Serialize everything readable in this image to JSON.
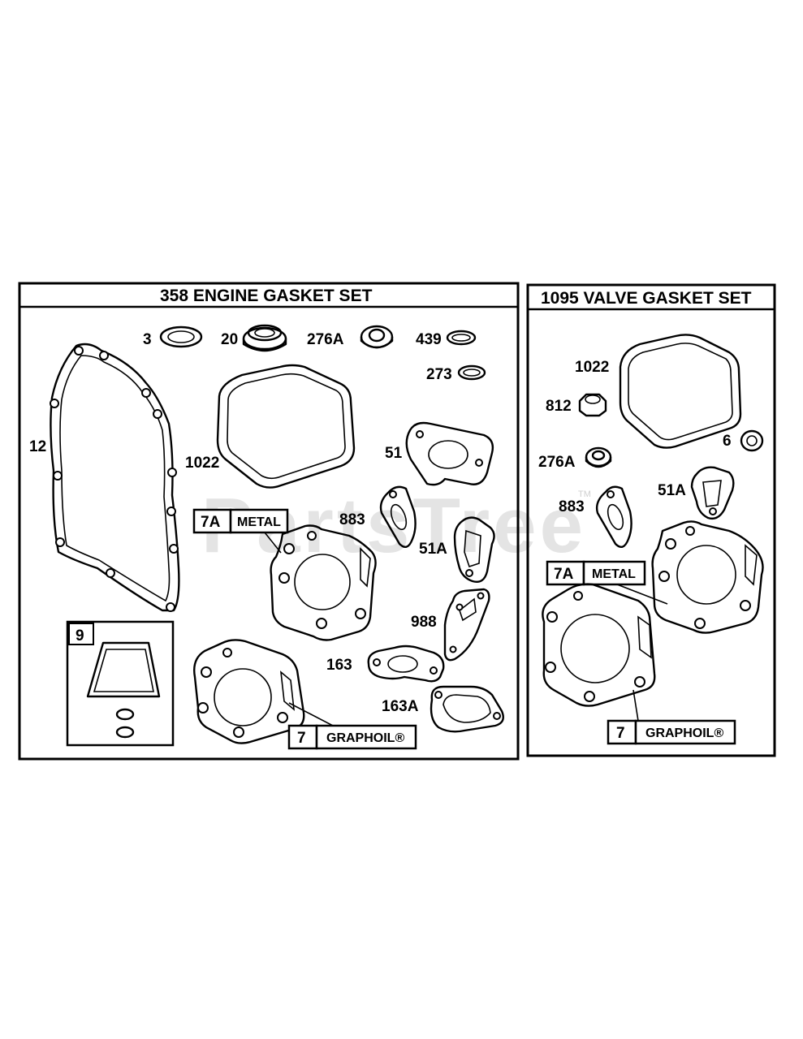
{
  "watermark": {
    "text": "PartsTree",
    "trademark": "TM"
  },
  "panels": [
    {
      "title": "358  ENGINE GASKET SET",
      "parts": {
        "p3": "3",
        "p20": "20",
        "p276a": "276A",
        "p439": "439",
        "p273": "273",
        "p12": "12",
        "p1022": "1022",
        "p51": "51",
        "p883": "883",
        "p51a": "51A",
        "p988": "988",
        "p163": "163",
        "p163a": "163A",
        "p9": "9"
      },
      "callouts": {
        "metal": {
          "number": "7A",
          "label": "METAL"
        },
        "graphoil": {
          "number": "7",
          "label": "GRAPHOIL®"
        }
      }
    },
    {
      "title": "1095 VALVE GASKET SET",
      "parts": {
        "p1022": "1022",
        "p812": "812",
        "p6": "6",
        "p276a": "276A",
        "p51a": "51A",
        "p883": "883"
      },
      "callouts": {
        "metal": {
          "number": "7A",
          "label": "METAL"
        },
        "graphoil": {
          "number": "7",
          "label": "GRAPHOIL®"
        }
      }
    }
  ]
}
